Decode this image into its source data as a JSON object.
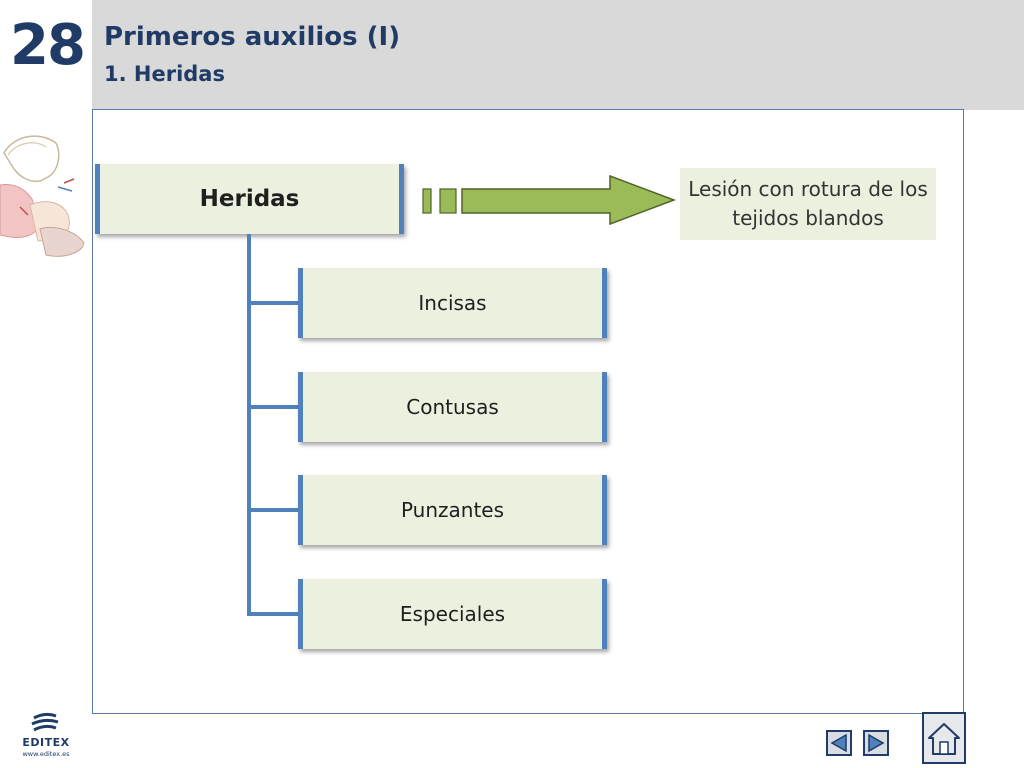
{
  "header": {
    "chapter_number": "28",
    "title": "Primeros auxilios (I)",
    "subtitle": "1. Heridas"
  },
  "diagram": {
    "root": "Heridas",
    "definition": "Lesión con rotura de los tejidos blandos",
    "children": [
      "Incisas",
      "Contusas",
      "Punzantes",
      "Especiales"
    ]
  },
  "footer": {
    "logo_name": "EDITEX",
    "logo_url": "www.editex.es",
    "icons": {
      "prev": "previous-arrow-icon",
      "next": "next-arrow-icon",
      "home": "home-icon"
    }
  },
  "colors": {
    "accent_blue": "#4f81bd",
    "title_navy": "#1f3b66",
    "box_fill": "#ebf1de",
    "arrow_green": "#9bbb59",
    "header_gray": "#d9d9d9"
  }
}
